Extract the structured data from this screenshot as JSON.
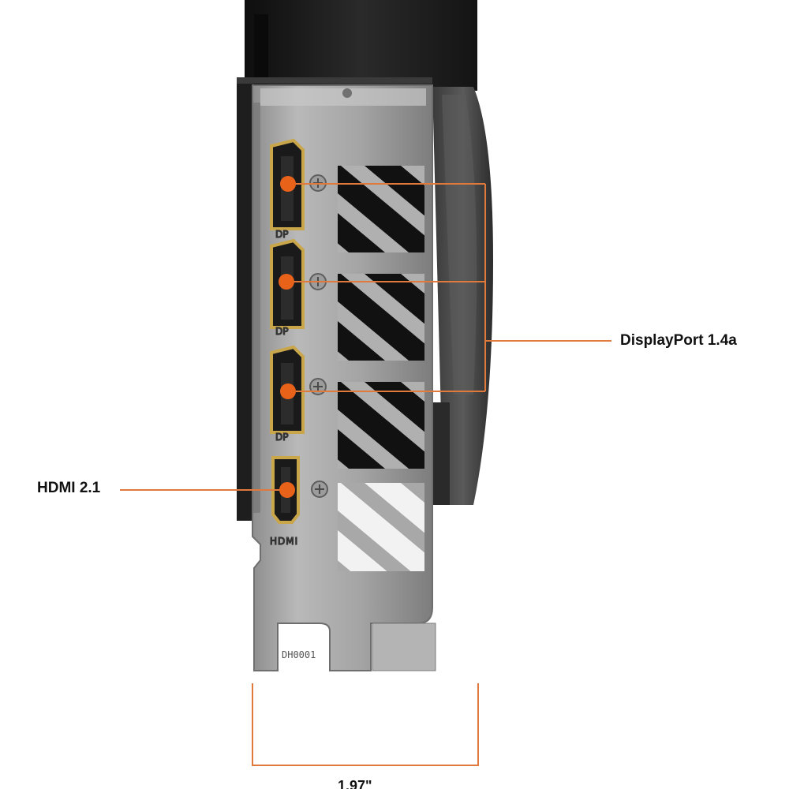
{
  "callouts": {
    "displayport_label": "DisplayPort 1.4a",
    "hdmi_label": "HDMI 2.1"
  },
  "bracket": {
    "port_markings": [
      "DP",
      "DP",
      "DP",
      "HDMI"
    ],
    "part_code": "DH0001"
  },
  "dimension": {
    "width_label": "1.97\""
  },
  "colors": {
    "accent": "#e07a3c",
    "port_dot": "#e8621a",
    "bracket_metal": "#a9a9a9",
    "card_body": "#1c1c1c"
  }
}
